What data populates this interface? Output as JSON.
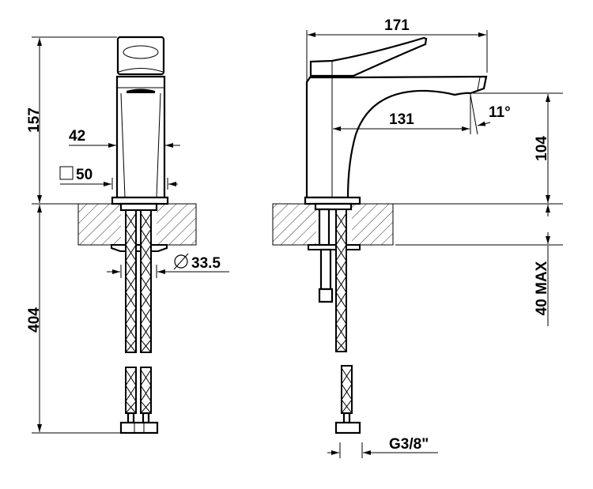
{
  "title": "Faucet technical drawing",
  "front_view": {
    "height_label": "157",
    "body_width_label": "42",
    "square_symbol": "□",
    "base_label": "50",
    "below_deck_label": "404",
    "diameter_symbol": "⌀",
    "hole_label": "33.5"
  },
  "side_view": {
    "reach_total_label": "171",
    "spout_reach_label": "131",
    "angle_label": "11°",
    "spout_height_label": "104",
    "deck_thickness_label": "40 MAX",
    "connection_label": "G3/8\""
  },
  "colors": {
    "line": "#000000",
    "background": "#ffffff"
  }
}
